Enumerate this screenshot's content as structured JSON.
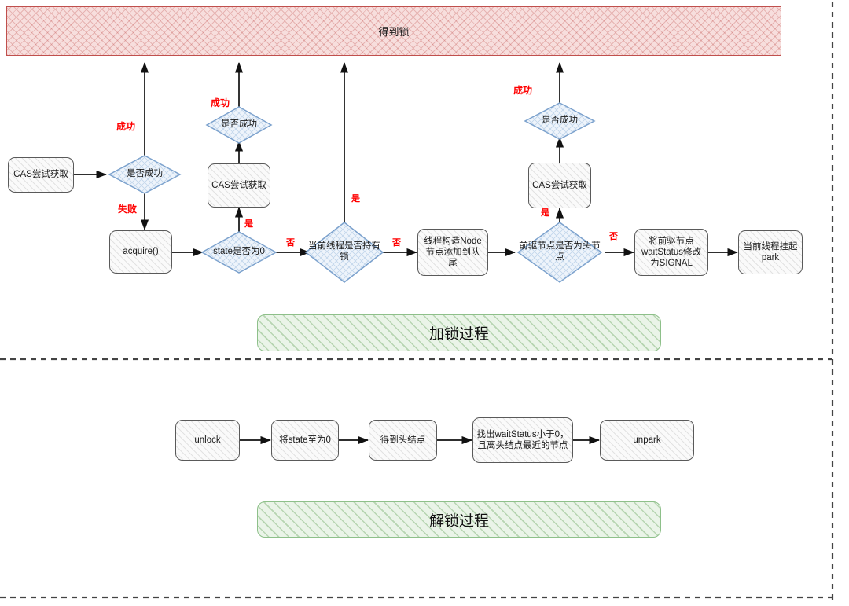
{
  "diagram": {
    "title_banner": {
      "label": "得到锁"
    },
    "section_banners": [
      {
        "label": "加锁过程"
      },
      {
        "label": "解锁过程"
      }
    ],
    "colors": {
      "banner_red_border": "#c0504d",
      "banner_red_fill": "#f7dedd",
      "banner_green_border": "#8ec08a",
      "banner_green_fill": "#eaf4e8",
      "diamond_border": "#7aa0cc",
      "diamond_fill": "#eef4fb",
      "box_border": "#5a5a5a",
      "box_fill": "#fafafa",
      "edge_label": "#ff0000",
      "arrow": "#111111",
      "frame_dash": "#444444"
    },
    "lock_nodes": {
      "cas_try_1": {
        "label": "CAS尝试获取"
      },
      "is_success_1": {
        "label": "是否成功"
      },
      "acquire": {
        "label": "acquire()"
      },
      "state_is_zero": {
        "label": "state是否为0"
      },
      "cas_try_2": {
        "label": "CAS尝试获取"
      },
      "is_success_2": {
        "label": "是否成功"
      },
      "thread_holds_lock": {
        "label": "当前线程是否持有锁"
      },
      "build_node": {
        "label": "线程构造Node节点添加到队尾"
      },
      "pred_is_head": {
        "label": "前驱节点是否为头节点"
      },
      "cas_try_3": {
        "label": "CAS尝试获取"
      },
      "is_success_3": {
        "label": "是否成功"
      },
      "set_signal": {
        "label": "将前驱节点waitStatus修改为SIGNAL"
      },
      "park": {
        "label": "当前线程挂起park"
      }
    },
    "lock_edge_labels": [
      {
        "key": "success_left",
        "text": "成功"
      },
      {
        "key": "fail_left",
        "text": "失败"
      },
      {
        "key": "success_mid",
        "text": "成功"
      },
      {
        "key": "yes_state",
        "text": "是"
      },
      {
        "key": "no_state",
        "text": "否"
      },
      {
        "key": "yes_holds_lock",
        "text": "是"
      },
      {
        "key": "no_holds_lock",
        "text": "否"
      },
      {
        "key": "success_right",
        "text": "成功"
      },
      {
        "key": "yes_pred_head",
        "text": "是"
      },
      {
        "key": "no_pred_head",
        "text": "否"
      }
    ],
    "unlock_nodes": [
      {
        "label": "unlock"
      },
      {
        "label": "将state至为0"
      },
      {
        "label": "得到头结点"
      },
      {
        "label": "找出waitStatus小于0，且离头结点最近的节点"
      },
      {
        "label": "unpark"
      }
    ]
  }
}
